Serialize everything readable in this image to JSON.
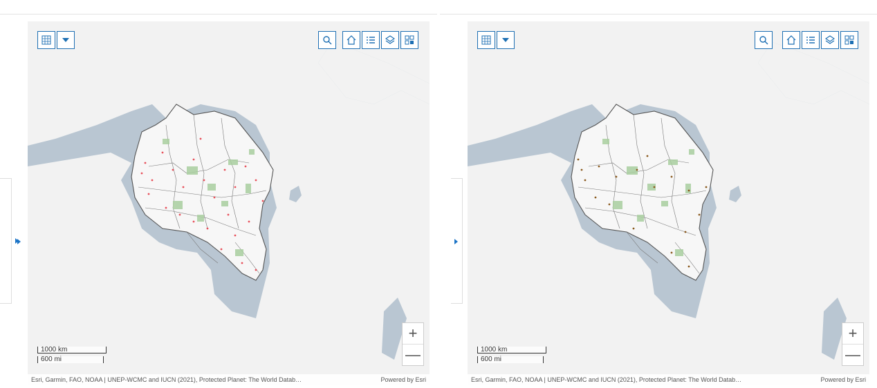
{
  "map_widgets": {
    "scale_km": "1000 km",
    "scale_mi": "600 mi",
    "zoom_in": "+",
    "zoom_out": "—",
    "attribution": "Esri, Garmin, FAO, NOAA | UNEP-WCMC and IUCN (2021), Protected Planet: The World Datab…",
    "powered_by": "Powered by Esri"
  },
  "icons": {
    "basemap": "basemap-gallery-icon",
    "dropdown": "chevron-down-icon",
    "search": "search-icon",
    "home": "home-icon",
    "legend": "legend-icon",
    "layers": "layers-icon",
    "qr": "qr-code-icon"
  },
  "colors": {
    "water": "#b9c6d2",
    "land": "#f2f2f2",
    "protected_area": "#a9cf9f",
    "point_left": "#e8505b",
    "point_right": "#8a5a1e",
    "accent": "#1d6fb3"
  }
}
